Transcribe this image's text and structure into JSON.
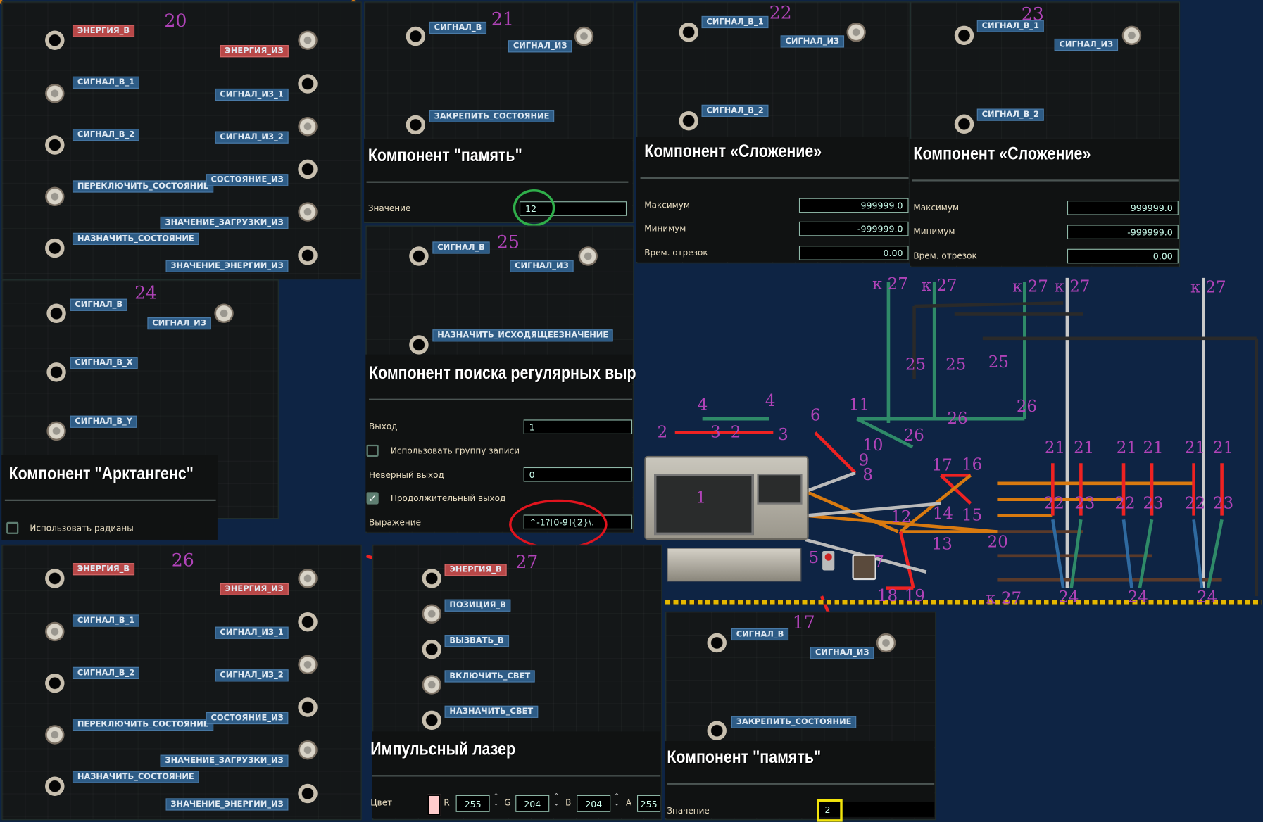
{
  "p20": {
    "number": "20",
    "pins": [
      "ЭНЕРГИЯ_В",
      "СИГНАЛ_В_1",
      "СИГНАЛ_В_2",
      "ПЕРЕКЛЮЧИТЬ_СОСТОЯНИЕ",
      "НАЗНАЧИТЬ_СОСТОЯНИЕ",
      "ЭНЕРГИЯ_ИЗ",
      "СИГНАЛ_ИЗ_1",
      "СИГНАЛ_ИЗ_2",
      "СОСТОЯНИЕ_ИЗ",
      "ЗНАЧЕНИЕ_ЗАГРУЗКИ_ИЗ",
      "ЗНАЧЕНИЕ_ЭНЕРГИИ_ИЗ"
    ]
  },
  "p21": {
    "number": "21",
    "pins": [
      "СИГНАЛ_В",
      "СИГНАЛ_ИЗ",
      "ЗАКРЕПИТЬ_СОСТОЯНИЕ"
    ],
    "title": "Компонент \"память\"",
    "value_label": "Значение",
    "value": "12"
  },
  "p22": {
    "number": "22",
    "pins": [
      "СИГНАЛ_В_1",
      "СИГНАЛ_ИЗ",
      "СИГНАЛ_В_2"
    ],
    "title": "Компонент «Сложение»",
    "rows": [
      {
        "label": "Максимум",
        "value": "999999.0"
      },
      {
        "label": "Минимум",
        "value": "-999999.0"
      },
      {
        "label": "Врем. отрезок",
        "value": "0.00"
      }
    ]
  },
  "p23": {
    "number": "23",
    "pins": [
      "СИГНАЛ_В_1",
      "СИГНАЛ_ИЗ",
      "СИГНАЛ_В_2"
    ],
    "title": "Компонент «Сложение»",
    "rows": [
      {
        "label": "Максимум",
        "value": "999999.0"
      },
      {
        "label": "Минимум",
        "value": "-999999.0"
      },
      {
        "label": "Врем. отрезок",
        "value": "0.00"
      }
    ]
  },
  "p24": {
    "number": "24",
    "pins": [
      "СИГНАЛ_В",
      "СИГНАЛ_ИЗ",
      "СИГНАЛ_В_X",
      "СИГНАЛ_В_Y"
    ],
    "title": "Компонент \"Арктангенс\"",
    "checkbox_label": "Использовать радианы",
    "checkbox_checked": false
  },
  "p25": {
    "number": "25",
    "pins": [
      "СИГНАЛ_В",
      "СИГНАЛ_ИЗ",
      "НАЗНАЧИТЬ_ИСХОДЯЩЕЕЗНАЧЕНИЕ"
    ],
    "title": "Компонент поиска регулярных выр",
    "output_label": "Выход",
    "output_value": "1",
    "use_group_label": "Использовать группу записи",
    "use_group_checked": false,
    "false_output_label": "Неверный выход",
    "false_output_value": "0",
    "continuous_label": "Продолжительный выход",
    "continuous_checked": true,
    "expression_label": "Выражение",
    "expression_value": "^-1?[0-9]{2}\\."
  },
  "p26": {
    "number": "26",
    "pins": [
      "ЭНЕРГИЯ_В",
      "СИГНАЛ_В_1",
      "СИГНАЛ_В_2",
      "ПЕРЕКЛЮЧИТЬ_СОСТОЯНИЕ",
      "НАЗНАЧИТЬ_СОСТОЯНИЕ",
      "ЭНЕРГИЯ_ИЗ",
      "СИГНАЛ_ИЗ_1",
      "СИГНАЛ_ИЗ_2",
      "СОСТОЯНИЕ_ИЗ",
      "ЗНАЧЕНИЕ_ЗАГРУЗКИ_ИЗ",
      "ЗНАЧЕНИЕ_ЭНЕРГИИ_ИЗ"
    ]
  },
  "p27": {
    "number": "27",
    "pins": [
      "ЭНЕРГИЯ_В",
      "ПОЗИЦИЯ_В",
      "ВЫЗВАТЬ_В",
      "ВКЛЮЧИТЬ_СВЕТ",
      "НАЗНАЧИТЬ_СВЕТ"
    ],
    "title": "Импульсный лазер",
    "color_label": "Цвет",
    "swatch": "#ffcccc",
    "r_label": "R",
    "r": "255",
    "g_label": "G",
    "g": "204",
    "b_label": "B",
    "b": "204",
    "a_label": "A",
    "a": "255"
  },
  "p17": {
    "number": "17",
    "pins": [
      "СИГНАЛ_В",
      "СИГНАЛ_ИЗ",
      "ЗАКРЕПИТЬ_СОСТОЯНИЕ"
    ],
    "title": "Компонент \"память\"",
    "value_label": "Значение",
    "value": "2"
  },
  "map": {
    "labels": [
      "к 27",
      "к 27",
      "к 27",
      "к 27",
      "к 27",
      "к 27",
      "25",
      "25",
      "25",
      "26",
      "26",
      "26",
      "4",
      "4",
      "2",
      "2",
      "3",
      "3",
      "6",
      "11",
      "10",
      "9",
      "8",
      "1",
      "17",
      "16",
      "15",
      "14",
      "12",
      "13",
      "20",
      "21",
      "21",
      "21",
      "21",
      "21",
      "21",
      "22",
      "23",
      "22",
      "23",
      "22",
      "23",
      "24",
      "24",
      "24",
      "5",
      "7",
      "18",
      "19"
    ]
  },
  "colors": {
    "background": "#0e2444",
    "chip": "#2e5c86",
    "power_chip": "#b84848",
    "annotation": "#b043b8",
    "highlight_green": "#2fae4a",
    "highlight_red": "#e0141e",
    "highlight_yellow": "#f2e40c"
  }
}
